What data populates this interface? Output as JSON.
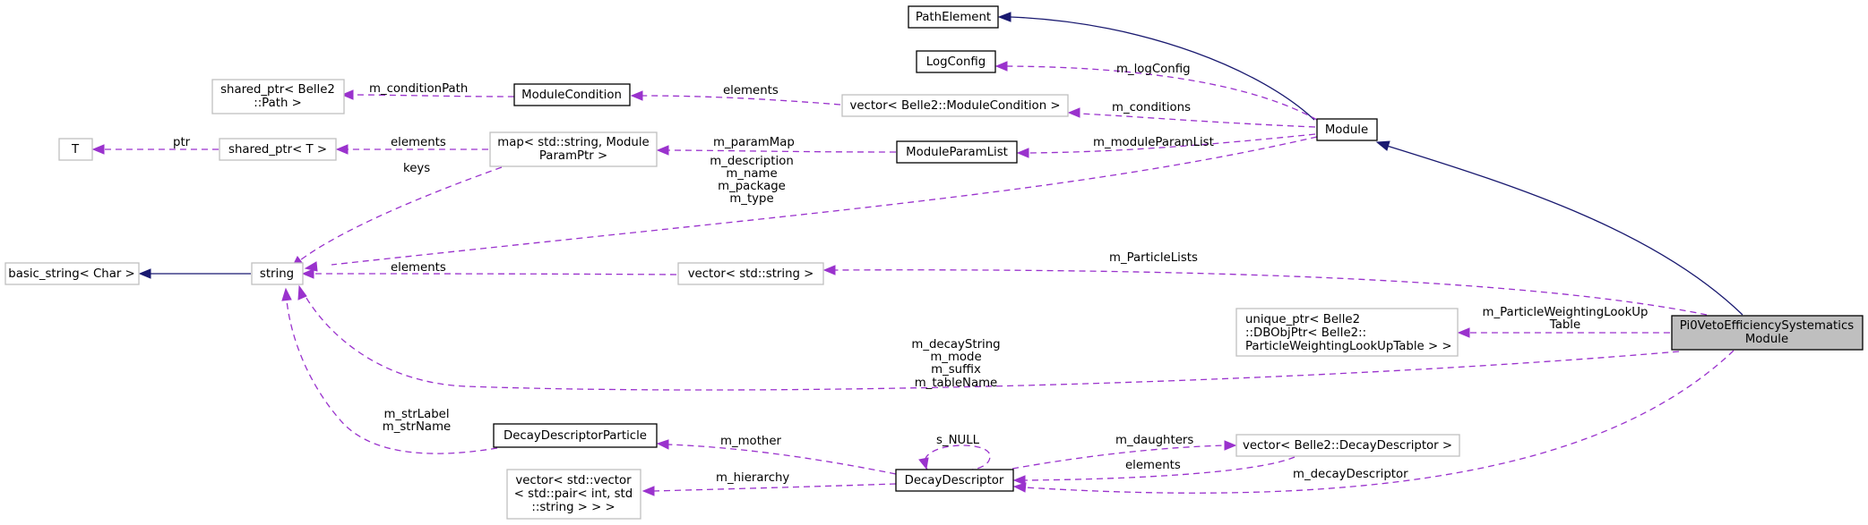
{
  "nodes": {
    "path_element": "PathElement",
    "log_config": "LogConfig",
    "shared_ptr_path": [
      "shared_ptr< Belle2",
      "::Path >"
    ],
    "module_condition": "ModuleCondition",
    "vector_module_condition": "vector< Belle2::ModuleCondition >",
    "module": "Module",
    "t": "T",
    "shared_ptr_t": "shared_ptr< T >",
    "map_module_param": [
      "map< std::string, Module",
      "ParamPtr >"
    ],
    "module_param_list": "ModuleParamList",
    "basic_string": "basic_string< Char >",
    "string": "string",
    "vector_string": "vector< std::string >",
    "unique_ptr_lookup": [
      "unique_ptr< Belle2",
      "::DBObjPtr< Belle2::",
      "ParticleWeightingLookUpTable > >"
    ],
    "pi0veto_module": [
      "Pi0VetoEfficiencySystematics",
      "Module"
    ],
    "decay_descriptor_particle": "DecayDescriptorParticle",
    "vector_decay_descriptor": "vector< Belle2::DecayDescriptor >",
    "vector_pair": [
      "vector< std::vector",
      "< std::pair< int, std",
      "::string > > >"
    ],
    "decay_descriptor": "DecayDescriptor"
  },
  "edge_labels": {
    "m_logConfig": "m_logConfig",
    "m_conditionPath": "m_conditionPath",
    "elements_conditions": "elements",
    "m_conditions": "m_conditions",
    "ptr": "ptr",
    "elements_map": "elements",
    "m_paramMap": "m_paramMap",
    "m_moduleParamList": "m_moduleParamList",
    "keys": "keys",
    "module_strings": [
      "m_description",
      "m_name",
      "m_package",
      "m_type"
    ],
    "elements_vector_string": "elements",
    "m_ParticleLists": "m_ParticleLists",
    "m_ParticleWeightingLookUpTable": [
      "m_ParticleWeightingLookUp",
      "Table"
    ],
    "decay_strings": [
      "m_decayString",
      "m_mode",
      "m_suffix",
      "m_tableName"
    ],
    "particle_strings": [
      "m_strLabel",
      "m_strName"
    ],
    "m_mother": "m_mother",
    "s_NULL": "s_NULL",
    "m_daughters": "m_daughters",
    "elements_daughters": "elements",
    "m_hierarchy": "m_hierarchy",
    "m_decayDescriptor": "m_decayDescriptor"
  },
  "colors": {
    "inheritance_edge": "#191970",
    "member_edge": "#9a32cd",
    "focus_fill": "#bfbfbf",
    "undocumented_border": "#bfbfbf",
    "documented_border": "#000000"
  }
}
